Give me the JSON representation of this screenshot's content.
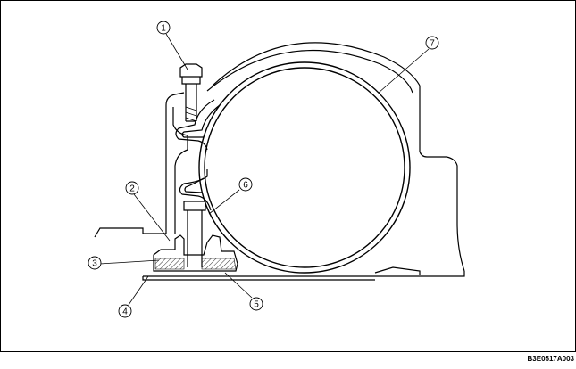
{
  "figure_code": "B3E0517A003",
  "callouts": [
    {
      "id": "callout-1",
      "label": "1"
    },
    {
      "id": "callout-2",
      "label": "2"
    },
    {
      "id": "callout-3",
      "label": "3"
    },
    {
      "id": "callout-4",
      "label": "4"
    },
    {
      "id": "callout-5",
      "label": "5"
    },
    {
      "id": "callout-6",
      "label": "6"
    },
    {
      "id": "callout-7",
      "label": "7"
    }
  ],
  "colors": {
    "line": "#000000",
    "background": "#ffffff"
  }
}
